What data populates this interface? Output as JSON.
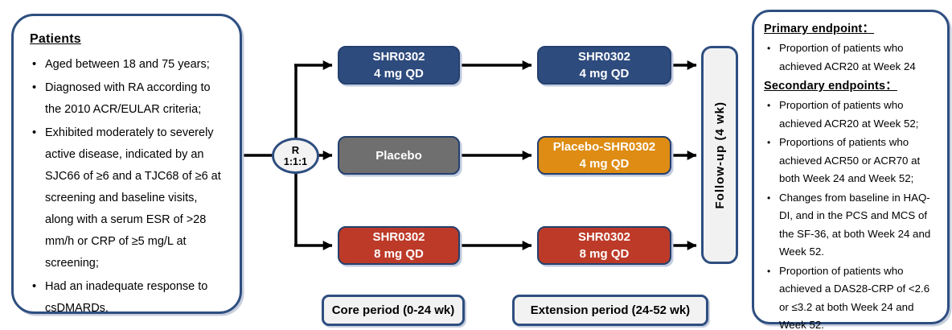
{
  "colors": {
    "navy_fill": "#2E4B7E",
    "navy_border": "#2E4E80",
    "red_fill": "#BD3A28",
    "orange_fill": "#DE8C13",
    "gray_fill": "#6F6F6F",
    "light_fill": "#F2F2F2",
    "arrow_black": "#000000"
  },
  "patients_panel": {
    "title": "Patients",
    "bullets": [
      "Aged between 18 and 75 years;",
      "Diagnosed with RA according to the 2010 ACR/EULAR criteria;",
      "Exhibited moderately to severely active disease, indicated by an SJC66 of ≥6 and a TJC68 of ≥6 at screening and baseline visits, along with a serum ESR of >28 mm/h or CRP of ≥5 mg/L at screening;",
      "Had an inadequate response to csDMARDs."
    ]
  },
  "randomization": {
    "label": "R",
    "ratio": "1:1:1"
  },
  "arms": {
    "core": [
      {
        "line1": "SHR0302",
        "line2": "4 mg QD",
        "fill": "#2E4B7E"
      },
      {
        "line1": "Placebo",
        "line2": "",
        "fill": "#6F6F6F"
      },
      {
        "line1": "SHR0302",
        "line2": "8 mg QD",
        "fill": "#BD3A28"
      }
    ],
    "extension": [
      {
        "line1": "SHR0302",
        "line2": "4 mg QD",
        "fill": "#2E4B7E"
      },
      {
        "line1": "Placebo-SHR0302",
        "line2": "4 mg QD",
        "fill": "#DE8C13"
      },
      {
        "line1": "SHR0302",
        "line2": "8 mg QD",
        "fill": "#BD3A28"
      }
    ]
  },
  "followup": {
    "label": "Follow-up (4 wk)"
  },
  "periods": {
    "core": "Core period (0-24 wk)",
    "extension": "Extension period (24-52 wk)"
  },
  "endpoints_panel": {
    "primary_heading": "Primary endpoint：",
    "primary_bullets": [
      "Proportion of patients who achieved ACR20 at Week 24"
    ],
    "secondary_heading": "Secondary endpoints：",
    "secondary_bullets": [
      "Proportion of patients who achieved ACR20 at Week 52;",
      "Proportions of patients who achieved ACR50 or ACR70 at both Week 24 and Week 52;",
      "Changes from baseline in HAQ-DI, and in the PCS and MCS of the SF-36, at both Week 24 and Week 52.",
      "Proportion of patients who achieved a DAS28-CRP of <2.6 or ≤3.2 at both Week 24 and Week 52."
    ]
  }
}
